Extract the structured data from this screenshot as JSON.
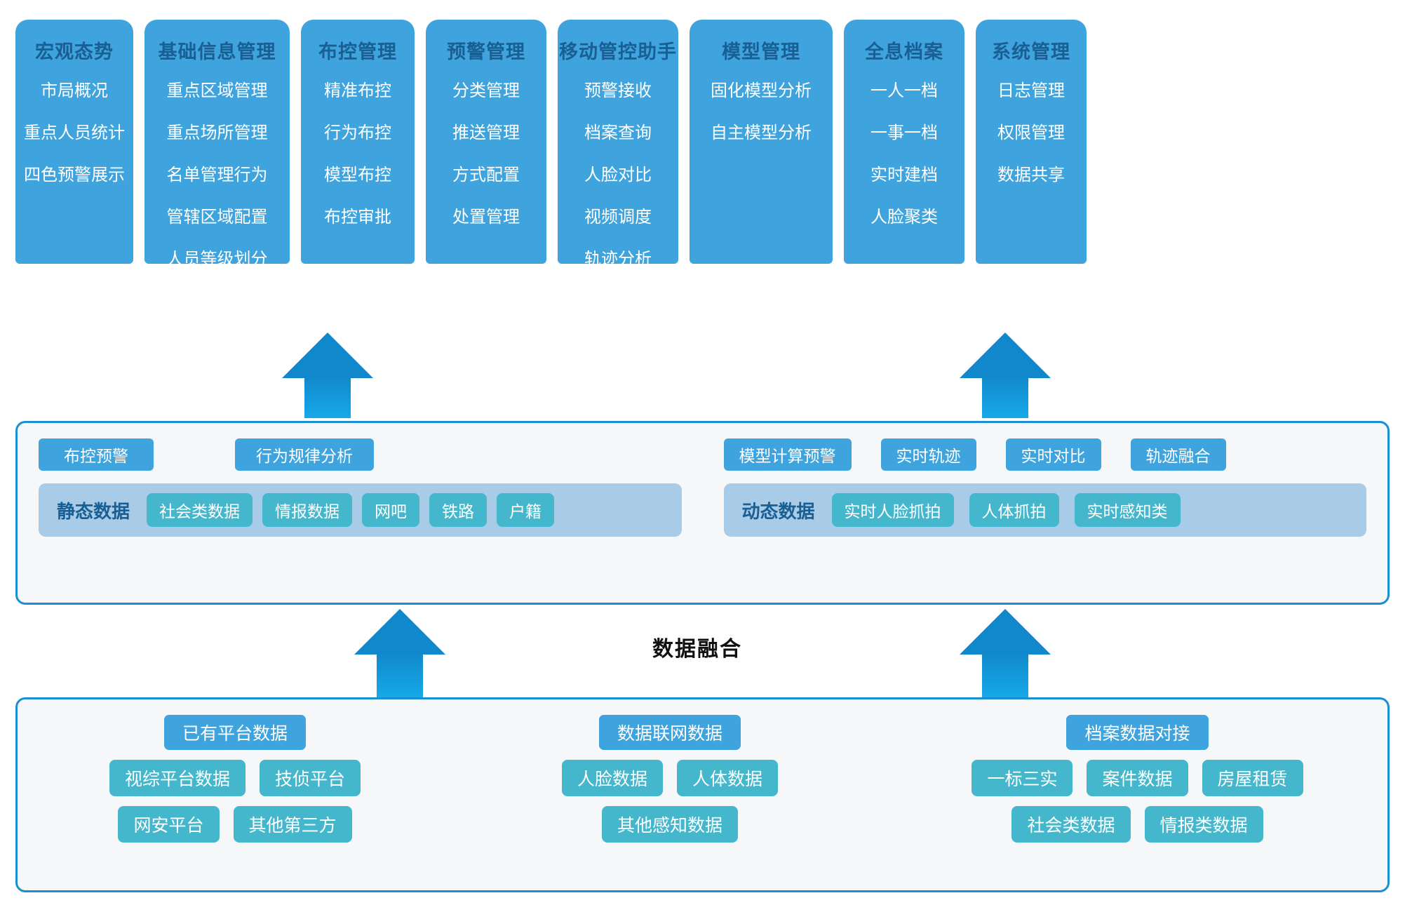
{
  "colors": {
    "module_card_bg": "#3fa4dd",
    "module_title": "#1a5f94",
    "panel_border": "#1a8fd1",
    "panel_bg": "#f5f7f9",
    "band_bg": "#a8cbe8",
    "teal_chip": "#45b7cc",
    "arrow": "#1189cc"
  },
  "modules": [
    {
      "title": "宏观态势",
      "items": [
        "市局概况",
        "重点人员统计",
        "四色预警展示"
      ]
    },
    {
      "title": "基础信息管理",
      "items": [
        "重点区域管理",
        "重点场所管理",
        "名单管理行为",
        "管辖区域配置",
        "人员等级划分"
      ]
    },
    {
      "title": "布控管理",
      "items": [
        "精准布控",
        "行为布控",
        "模型布控",
        "布控审批"
      ]
    },
    {
      "title": "预警管理",
      "items": [
        "分类管理",
        "推送管理",
        "方式配置",
        "处置管理"
      ]
    },
    {
      "title": "移动管控助手",
      "items": [
        "预警接收",
        "档案查询",
        "人脸对比",
        "视频调度",
        "轨迹分析"
      ]
    },
    {
      "title": "模型管理",
      "items": [
        "固化模型分析",
        "自主模型分析"
      ]
    },
    {
      "title": "全息档案",
      "items": [
        "一人一档",
        "一事一档",
        "实时建档",
        "人脸聚类"
      ]
    },
    {
      "title": "系统管理",
      "items": [
        "日志管理",
        "权限管理",
        "数据共享"
      ]
    }
  ],
  "fusion": {
    "label": "数据融合",
    "static_side": {
      "chips": [
        "布控预警",
        "行为规律分析"
      ],
      "band_label": "静态数据",
      "band_items": [
        "社会类数据",
        "情报数据",
        "网吧",
        "铁路",
        "户籍"
      ]
    },
    "dynamic_side": {
      "chips": [
        "模型计算预警",
        "实时轨迹",
        "实时对比",
        "轨迹融合"
      ],
      "band_label": "动态数据",
      "band_items": [
        "实时人脸抓拍",
        "人体抓拍",
        "实时感知类"
      ]
    }
  },
  "sources": [
    {
      "head": "已有平台数据",
      "rows": [
        [
          "视综平台数据",
          "技侦平台"
        ],
        [
          "网安平台",
          "其他第三方"
        ]
      ]
    },
    {
      "head": "数据联网数据",
      "rows": [
        [
          "人脸数据",
          "人体数据"
        ],
        [
          "其他感知数据"
        ]
      ]
    },
    {
      "head": "档案数据对接",
      "rows": [
        [
          "一标三实",
          "案件数据",
          "房屋租赁"
        ],
        [
          "社会类数据",
          "情报类数据"
        ]
      ]
    }
  ],
  "arrows": [
    {
      "name": "arrow-up-left-to-modules"
    },
    {
      "name": "arrow-up-right-to-modules"
    },
    {
      "name": "arrow-up-left-to-fusion"
    },
    {
      "name": "arrow-up-right-to-fusion"
    }
  ]
}
